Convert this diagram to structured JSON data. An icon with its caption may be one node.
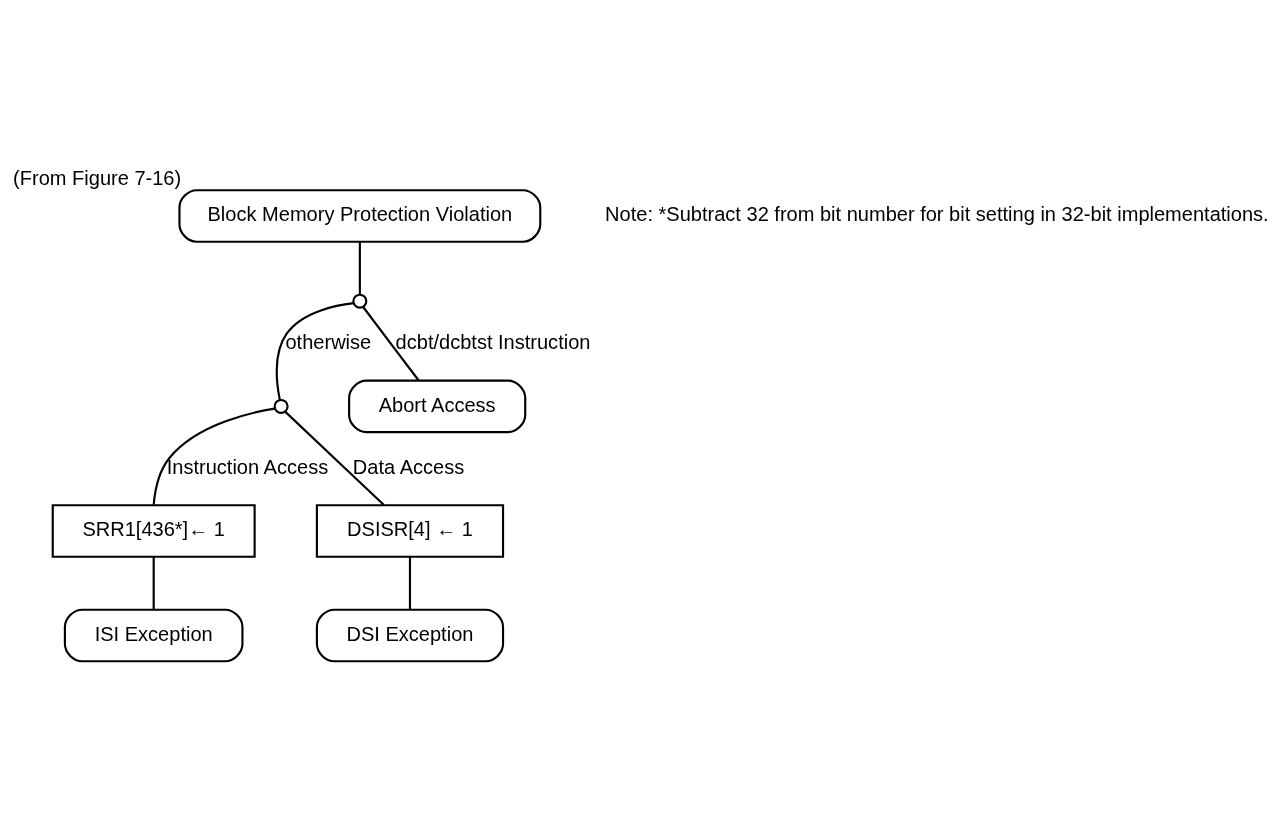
{
  "diagram": {
    "nodes": [
      {
        "text": [
          "Block Memory Protection Violation"
        ],
        "beside": [
          "(From Figure 7-16)"
        ]
      },
      {
        "text": [],
        "shape": "circle"
      },
      {
        "text": [],
        "shape": "circle"
      },
      {
        "text": [
          "Abort Access"
        ]
      },
      {
        "text": [
          "SRR1[436*]← 1"
        ]
      },
      {
        "text": [
          "DSISR[4] ← 1"
        ]
      },
      {
        "text": [
          "ISI Exception"
        ]
      },
      {
        "text": [
          "DSI Exception"
        ]
      }
    ],
    "edges": [
      {
        "from": 0,
        "to": 1,
        "arrow": "none"
      },
      {
        "from": 1,
        "to": 2,
        "arrow": "none",
        "label": "otherwise"
      },
      {
        "from": 1,
        "to": 3,
        "arrow": "none",
        "label": "dcbt/dcbtst Instruction"
      },
      {
        "from": 2,
        "to": 4,
        "arrow": "none",
        "label": "Instruction Access"
      },
      {
        "from": 2,
        "to": 5,
        "arrow": "none",
        "label": "Data Access"
      },
      {
        "from": 4,
        "to": 6,
        "arrow": "none"
      },
      {
        "from": 5,
        "to": 7,
        "arrow": "none"
      }
    ],
    "labels": [
      "Note: *Subtract 32 from bit number for bit setting in 32-bit implementations."
    ]
  }
}
